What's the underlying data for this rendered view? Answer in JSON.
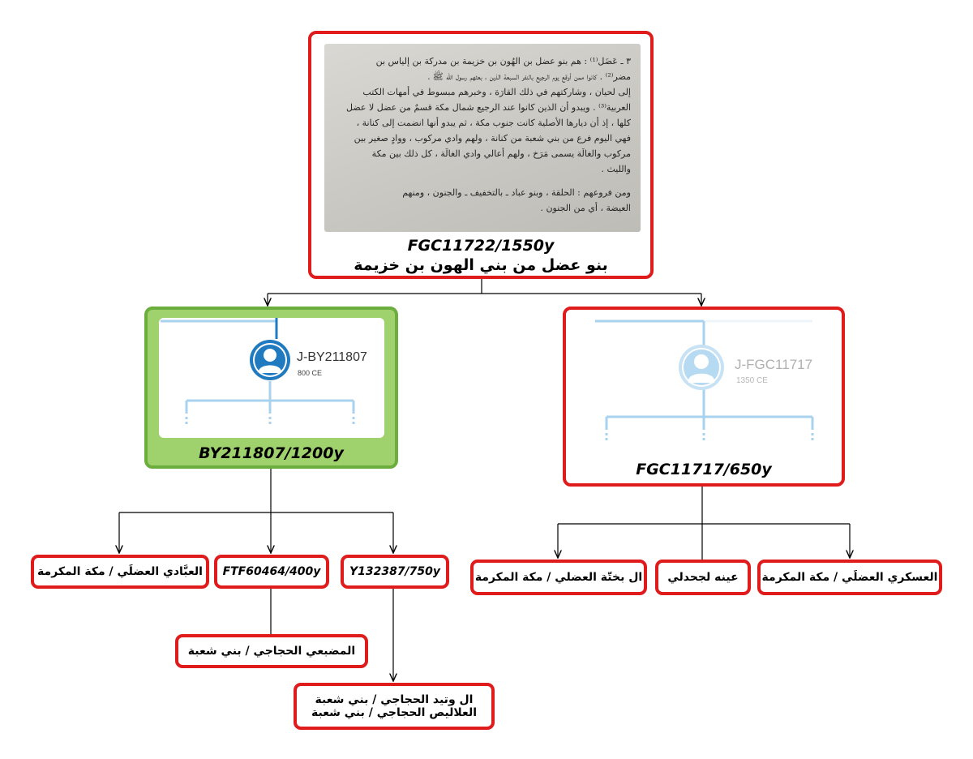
{
  "colors": {
    "red_border": "#e01b1b",
    "green_border": "#6cae3e",
    "green_fill": "#9fd16d",
    "tree_blue": "#1f7ac0",
    "tree_blue_faded": "#a9d2ee",
    "line": "#000000"
  },
  "root": {
    "book_text": [
      "٣ ـ عَضَل⁽¹⁾ : هم بنو عضل بن الهُون بن خزيمة بن مدركة بن إلياس بن",
      "مضر⁽²⁾ . كانوا ممن أوقع يوم الرجيع بالنفر السبعة الذين ، بعثهم رسول الله ﷺ ،",
      "إلى لحيان ، وشاركتهم في ذلك القارَة ، وخبرهم مبسوط في أمهات الكتب",
      "العربية⁽³⁾ . ويبدو أن الذين كانوا عند الرجيع شمال مكة قسمٌ من عضل لا عضل",
      "كلها ، إذ أن ديارها الأصلية كانت جنوب مكة ، ثم يبدو أنها انضمت إلى كنانة ،",
      "فهي اليوم فرع من بني شعبة من كنانة ، ولهم وادي مركوب ، ووادٍ صغير بين",
      "مركوب والغالَة يسمى مَرَخ ، ولهم أعالي وادي الغالَة ، كل ذلك بين مكة",
      "والليث .",
      "ومن فروعهم : الحلقة ، وبنو عباد ـ بالتخفيف ـ والجنون ، ومنهم",
      "العيضة ، أي من الجنون ."
    ],
    "code": "FGC11722/1550y",
    "title": "بنو عضل من بني الهون بن خزيمة"
  },
  "left_branch": {
    "card_id": "J-BY211807",
    "card_year": "800 CE",
    "code": "BY211807/1200y"
  },
  "right_branch": {
    "card_id": "J-FGC11717",
    "card_year": "1350 CE",
    "code": "FGC11717/650y"
  },
  "left_children": {
    "ibadi": "العبَّادي العضلَي / مكة المكرمة",
    "ftf": "FTF60464/400y",
    "y132387": "Y132387/750y",
    "mudhbi": "المضبعي الحجاجي / بني شعبة",
    "watid_1": "ال وتيد الحجاجي / بني شعبة",
    "watid_2": "العلاليص الحجاجي / بني شعبة"
  },
  "right_children": {
    "bakhta": "ال بختّة العضلي / مكة المكرمة",
    "ainah": "عينه لجحدلي",
    "askari": "العسكري العضلَي / مكة المكرمة"
  }
}
